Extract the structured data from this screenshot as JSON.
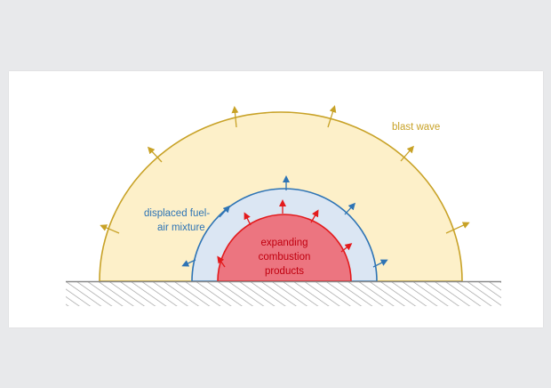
{
  "labels": {
    "blast_wave": "blast wave",
    "displaced_line1": "displaced fuel-",
    "displaced_line2": "air mixture",
    "products_line1": "expanding",
    "products_line2": "combustion",
    "products_line3": "products"
  },
  "colors": {
    "page_background": "#e8e9eb",
    "panel_background": "#ffffff",
    "blast_wave_fill": "#fdf0c9",
    "blast_wave_stroke": "#c8a227",
    "mixture_fill": "#dbe6f3",
    "mixture_stroke": "#2e74b5",
    "products_fill": "#ec7580",
    "products_stroke": "#e31a1c",
    "products_text": "#c0000f",
    "ground_stroke": "#8a8a8a"
  }
}
